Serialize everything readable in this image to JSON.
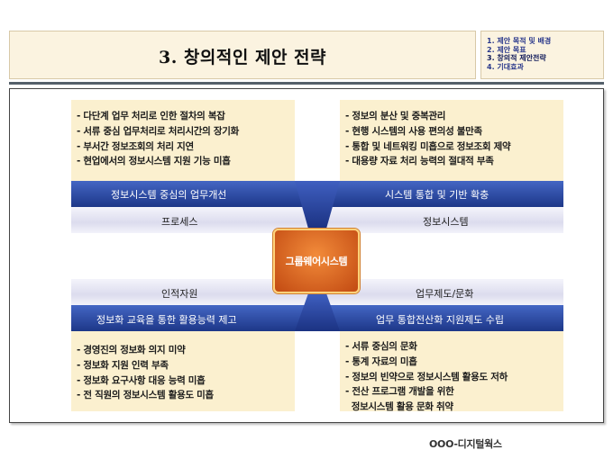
{
  "header": {
    "title": "3. 창의적인 제안 전략",
    "nav": [
      "1. 제안 목적 및 배경",
      "2. 제안 목표",
      "3. 창의적 제안전략",
      "4. 기대효과"
    ]
  },
  "diagram": {
    "top_left": [
      "- 다단계 업무 처리로 인한 절차의 복잡",
      "- 서류 중심 업무처리로 처리시간의 장기화",
      "- 부서간 정보조회의 처리 지연",
      "- 현업에서의 정보시스템 지원 기능 미흡"
    ],
    "top_right": [
      "- 정보의 분산 및 중복관리",
      "- 현행 시스템의 사용 편의성 불만족",
      "- 통합 및 네트워킹 미흡으로 정보조회 제약",
      "- 대용량 자료 처리 능력의 절대적 부족"
    ],
    "bottom_left": [
      "- 경영진의 정보화 의지 미약",
      "- 정보화 지원 인력 부족",
      "- 정보화 요구사항 대응 능력 미흡",
      "- 전 직원의 정보시스템 활용도 미흡"
    ],
    "bottom_right": [
      "- 서류 중심의 문화",
      "- 통계 자료의 미흡",
      "- 정보의 빈약으로 정보시스템 활용도 저하",
      "- 전산 프로그램 개발을 위한",
      "  정보시스템 활용 문화 취약"
    ],
    "band_top_left": "정보시스템 중심의 업무개선",
    "band_top_right": "시스템 통합 및 기반 확충",
    "label_process": "프로세스",
    "label_info_system": "정보시스템",
    "label_people": "인적자원",
    "label_culture": "업무제도/문화",
    "band_bottom_left": "정보화 교육을 통한 활용능력 제고",
    "band_bottom_right": "업무 통합전산화 지원제도 수립",
    "center": "그룹웨어시스템"
  },
  "footer": "OOO-디지털웍스",
  "colors": {
    "band_blue": "#1d3788",
    "band_light": "#e4e4f2",
    "quad_bg": "#fbf0cf",
    "center_orange": "#d9621f",
    "header_bg": "#fbf3e0"
  }
}
